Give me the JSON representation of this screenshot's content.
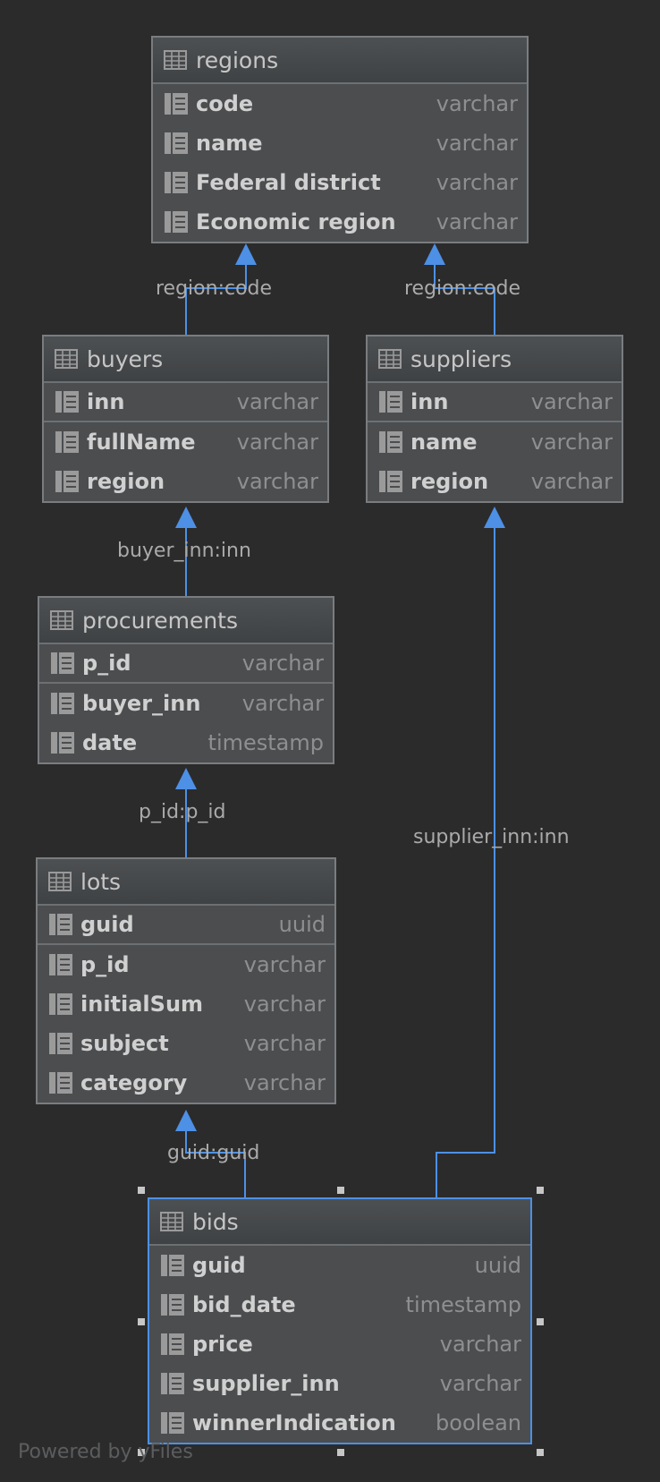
{
  "tables": {
    "regions": {
      "name": "regions",
      "columns": [
        {
          "name": "code",
          "type": "varchar"
        },
        {
          "name": "name",
          "type": "varchar"
        },
        {
          "name": "Federal district",
          "type": "varchar"
        },
        {
          "name": "Economic region",
          "type": "varchar"
        }
      ]
    },
    "buyers": {
      "name": "buyers",
      "columns": [
        {
          "name": "inn",
          "type": "varchar"
        },
        {
          "name": "fullName",
          "type": "varchar"
        },
        {
          "name": "region",
          "type": "varchar"
        }
      ]
    },
    "suppliers": {
      "name": "suppliers",
      "columns": [
        {
          "name": "inn",
          "type": "varchar"
        },
        {
          "name": "name",
          "type": "varchar"
        },
        {
          "name": "region",
          "type": "varchar"
        }
      ]
    },
    "procurements": {
      "name": "procurements",
      "columns": [
        {
          "name": "p_id",
          "type": "varchar"
        },
        {
          "name": "buyer_inn",
          "type": "varchar"
        },
        {
          "name": "date",
          "type": "timestamp"
        }
      ]
    },
    "lots": {
      "name": "lots",
      "columns": [
        {
          "name": "guid",
          "type": "uuid"
        },
        {
          "name": "p_id",
          "type": "varchar"
        },
        {
          "name": "initialSum",
          "type": "varchar"
        },
        {
          "name": "subject",
          "type": "varchar"
        },
        {
          "name": "category",
          "type": "varchar"
        }
      ]
    },
    "bids": {
      "name": "bids",
      "columns": [
        {
          "name": "guid",
          "type": "uuid"
        },
        {
          "name": "bid_date",
          "type": "timestamp"
        },
        {
          "name": "price",
          "type": "varchar"
        },
        {
          "name": "supplier_inn",
          "type": "varchar"
        },
        {
          "name": "winnerIndication",
          "type": "boolean"
        }
      ]
    }
  },
  "relations": {
    "buyers_regions": "region:code",
    "suppliers_regions": "region:code",
    "procurements_buyers": "buyer_inn:inn",
    "lots_procurements": "p_id:p_id",
    "bids_suppliers": "supplier_inn:inn",
    "bids_lots": "guid:guid"
  },
  "colors": {
    "accent": "#4d90e5",
    "background": "#2b2b2b",
    "table_fill": "#4b4d4f",
    "table_border": "#7a7d80"
  },
  "icons": {
    "table": "table-icon",
    "column": "column-icon"
  },
  "footer": "Powered by yFiles"
}
